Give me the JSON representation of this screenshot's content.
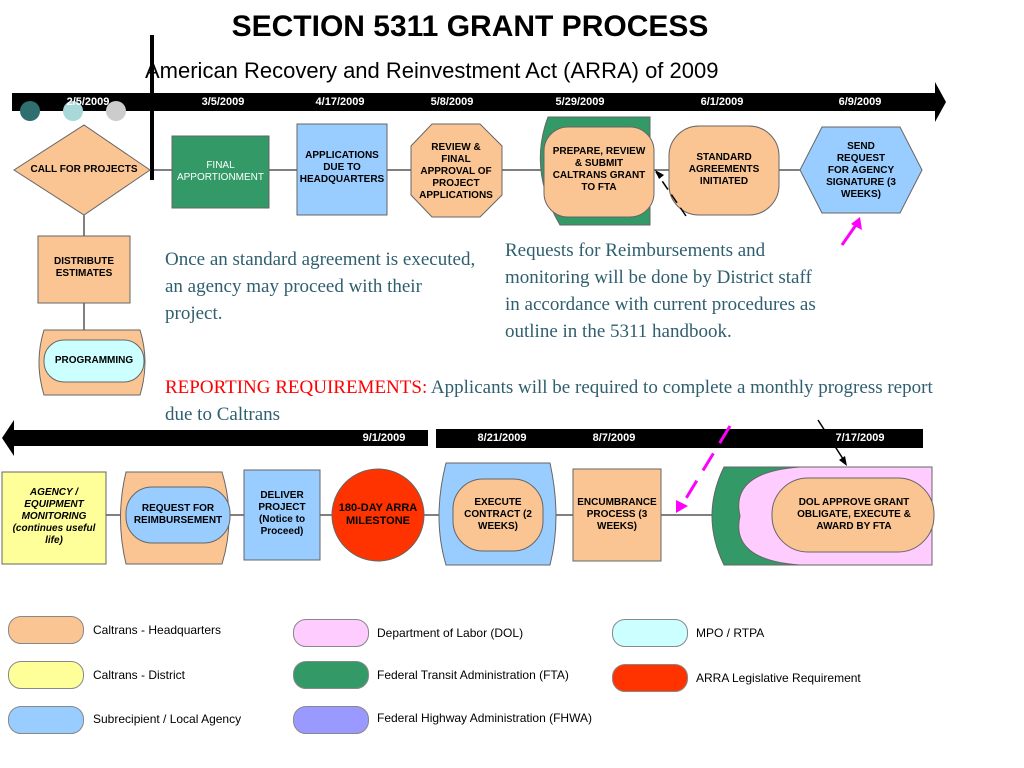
{
  "title": "SECTION 5311 GRANT PROCESS",
  "subtitle": "American Recovery and Reinvestment Act (ARRA) of 2009",
  "timeline_top": {
    "dates": [
      "2/5/2009",
      "3/5/2009",
      "4/17/2009",
      "5/8/2009",
      "5/29/2009",
      "6/1/2009",
      "6/9/2009"
    ]
  },
  "timeline_bottom": {
    "dates": [
      "9/1/2009",
      "8/21/2009",
      "8/7/2009",
      "7/17/2009"
    ]
  },
  "nodes": {
    "call_for_projects": "CALL FOR PROJECTS",
    "final_apportionment": "FINAL APPORTIONMENT",
    "applications_due": "APPLICATIONS DUE TO HEADQUARTERS",
    "review_final_approval": "REVIEW & FINAL APPROVAL OF PROJECT APPLICATIONS",
    "prepare_review_submit": "PREPARE, REVIEW & SUBMIT CALTRANS GRANT TO FTA",
    "standard_agreements": "STANDARD AGREEMENTS INITIATED",
    "send_request": "SEND REQUEST FOR AGENCY SIGNATURE (3 WEEKS)",
    "distribute_estimates": "DISTRIBUTE ESTIMATES",
    "programming": "PROGRAMMING",
    "agency_monitoring": "AGENCY / EQUIPMENT MONITORING (continues useful life)",
    "request_reimbursement": "REQUEST FOR REIMBURSEMENT",
    "deliver_project": "DELIVER PROJECT (Notice to Proceed)",
    "arra_milestone": "180-DAY ARRA MILESTONE",
    "execute_contract": "EXECUTE CONTRACT (2 WEEKS)",
    "encumbrance": "ENCUMBRANCE PROCESS (3 WEEKS)",
    "dol_approve": "DOL APPROVE GRANT OBLIGATE, EXECUTE & AWARD BY FTA"
  },
  "notes": {
    "agreement": "Once an standard agreement is executed, an agency may proceed with their project.",
    "reimbursement": "Requests for Reimbursements and monitoring will be done by District staff in accordance with current procedures as outline in the 5311 handbook.",
    "reporting_label": "REPORTING REQUIREMENTS:",
    "reporting_text": " Applicants will be required to complete a monthly progress report due to Caltrans"
  },
  "legend": [
    {
      "label": "Caltrans - Headquarters",
      "color": "#fac592"
    },
    {
      "label": "Caltrans - District",
      "color": "#ffff99"
    },
    {
      "label": "Subrecipient / Local Agency",
      "color": "#99ccff"
    },
    {
      "label": "Department of Labor (DOL)",
      "color": "#ffccff"
    },
    {
      "label": "Federal Transit Administration (FTA)",
      "color": "#339966"
    },
    {
      "label": "Federal Highway Administration (FHWA)",
      "color": "#9999ff"
    },
    {
      "label": "MPO / RTPA",
      "color": "#ccffff"
    },
    {
      "label": "ARRA Legislative Requirement",
      "color": "#ff3300"
    }
  ],
  "colors": {
    "hq": "#fac592",
    "district": "#ffff99",
    "local": "#99ccff",
    "dol": "#ffccff",
    "fta": "#339966",
    "arra": "#ff3300",
    "note_text": "#2f5f6f",
    "reporting_label": "#ff0000",
    "magenta": "#ff00ff"
  }
}
